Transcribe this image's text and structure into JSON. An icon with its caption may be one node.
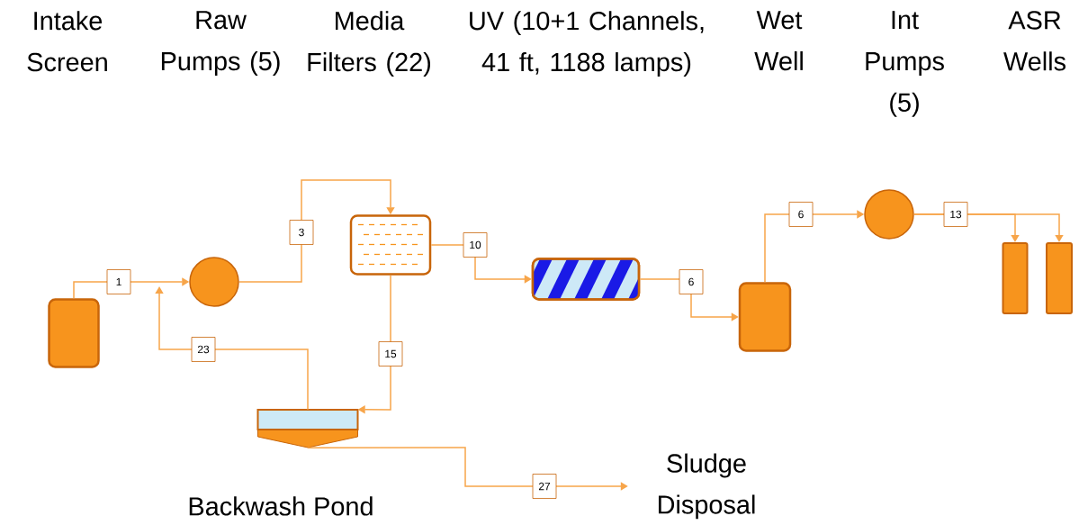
{
  "diagram": {
    "nodes": [
      {
        "text": [],
        "shape": "box"
      },
      {
        "text": [],
        "shape": "circle"
      },
      {
        "text": [],
        "shape": "box"
      },
      {
        "text": [],
        "shape": "box"
      },
      {
        "text": [],
        "shape": "box"
      },
      {
        "text": [],
        "shape": "circle"
      },
      {
        "text": [],
        "shape": "bar"
      },
      {
        "text": [],
        "shape": "bar"
      },
      {
        "text": [],
        "shape": "tank",
        "beside": [
          "Backwash Pond"
        ]
      },
      {
        "text": [
          "Sludge Disposal"
        ]
      }
    ],
    "edges": [
      {
        "from": 0,
        "to": 1,
        "arrow": "to",
        "label": "1"
      },
      {
        "from": 1,
        "to": 2,
        "arrow": "to",
        "label": "3"
      },
      {
        "from": 2,
        "to": 3,
        "arrow": "to",
        "label": "10"
      },
      {
        "from": 3,
        "to": 4,
        "arrow": "to",
        "label": "6"
      },
      {
        "from": 4,
        "to": 5,
        "arrow": "to",
        "label": "6"
      },
      {
        "from": 5,
        "to": 6,
        "arrow": "to",
        "label": "13"
      },
      {
        "from": 5,
        "to": 7,
        "arrow": "to"
      },
      {
        "from": 2,
        "to": 8,
        "arrow": "to",
        "label": "15"
      },
      {
        "from": 8,
        "to": null,
        "arrow": "to",
        "label": "23"
      },
      {
        "from": 8,
        "to": 9,
        "arrow": "to",
        "label": "27"
      }
    ],
    "labels": [
      "Intake Screen",
      "Raw Pumps (5)",
      "Media Filters (22)",
      "UV (10+1 Channels, 41 ft, 1188 lamps)",
      "Wet Well",
      "Int Pumps (5)",
      "ASR Wells"
    ]
  }
}
